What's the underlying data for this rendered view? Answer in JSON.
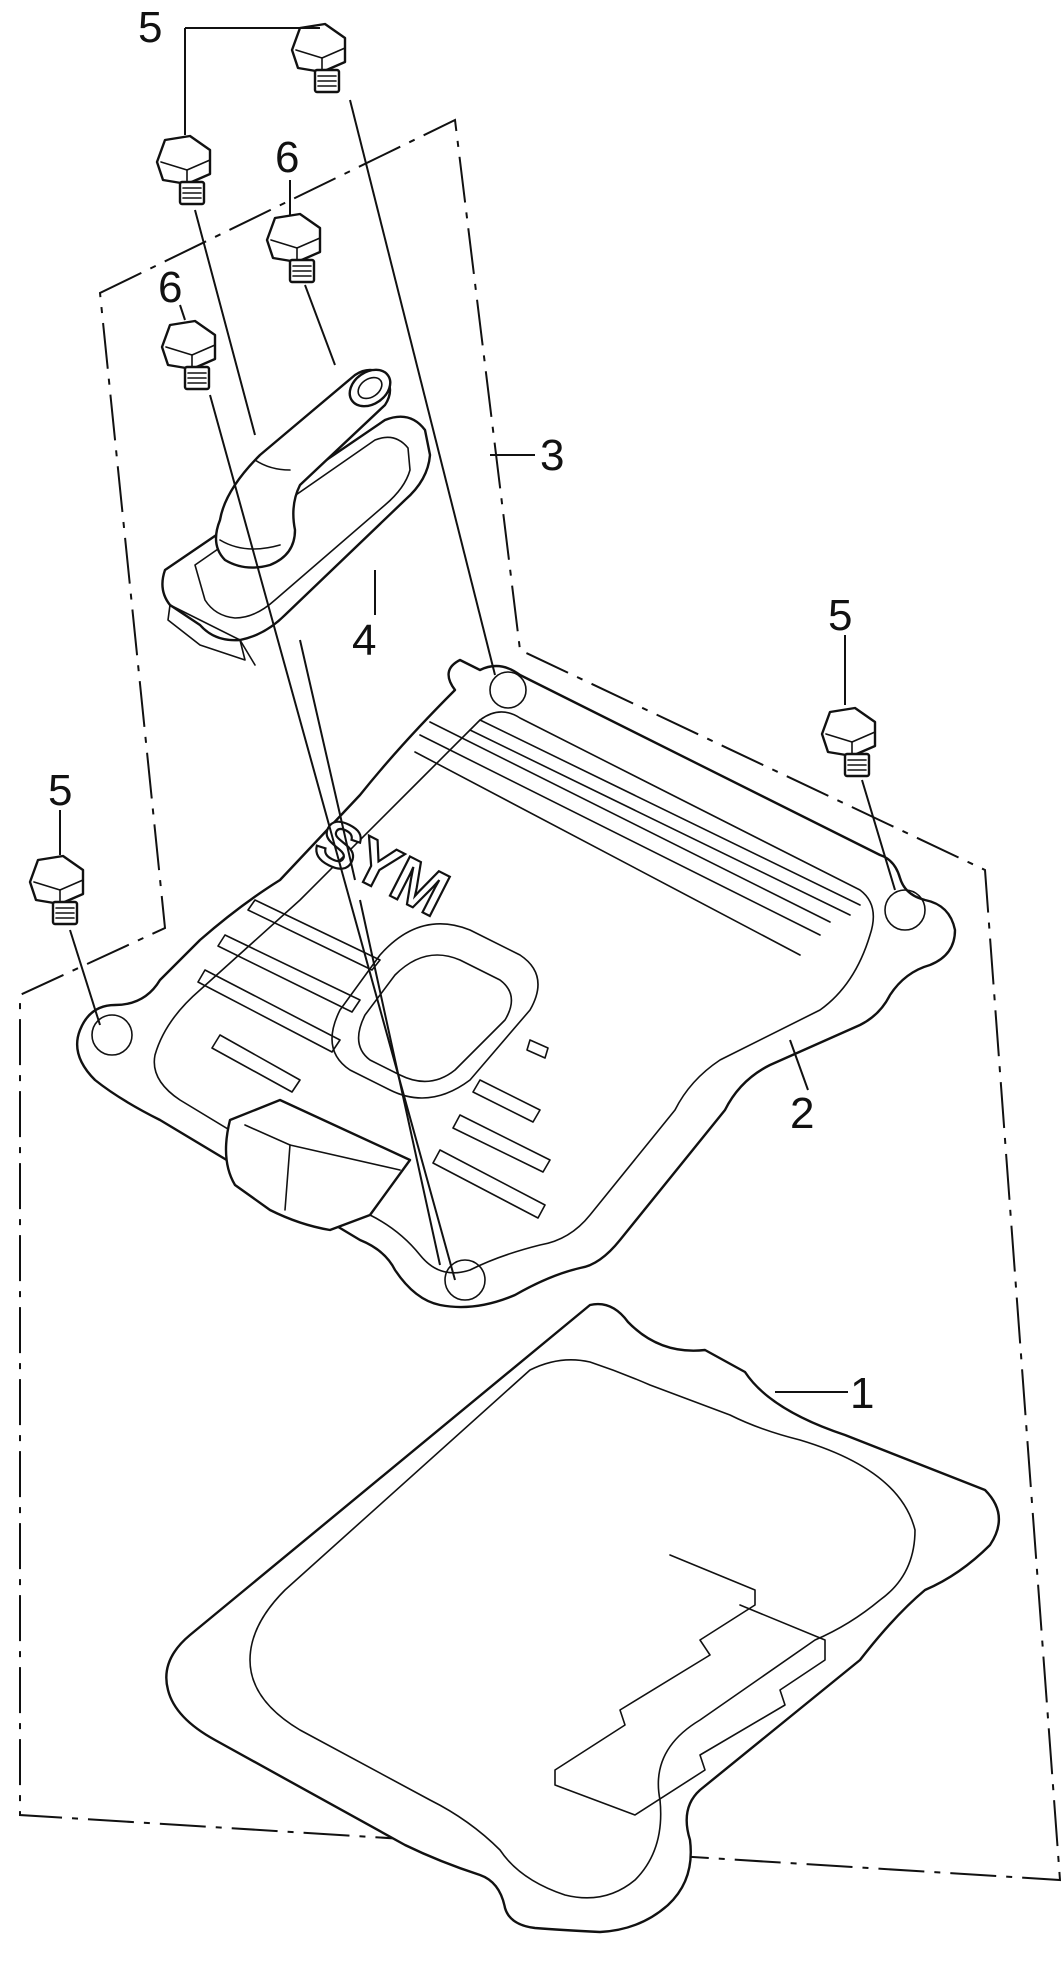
{
  "diagram": {
    "callouts": {
      "gasket": "1",
      "valve_cover": "2",
      "cover_set": "3",
      "breather_plate": "4",
      "bolt_5": "5",
      "bolt_6": "6"
    },
    "cover_logo": "SYM"
  },
  "colors": {
    "line": "#111111",
    "background": "#ffffff"
  }
}
